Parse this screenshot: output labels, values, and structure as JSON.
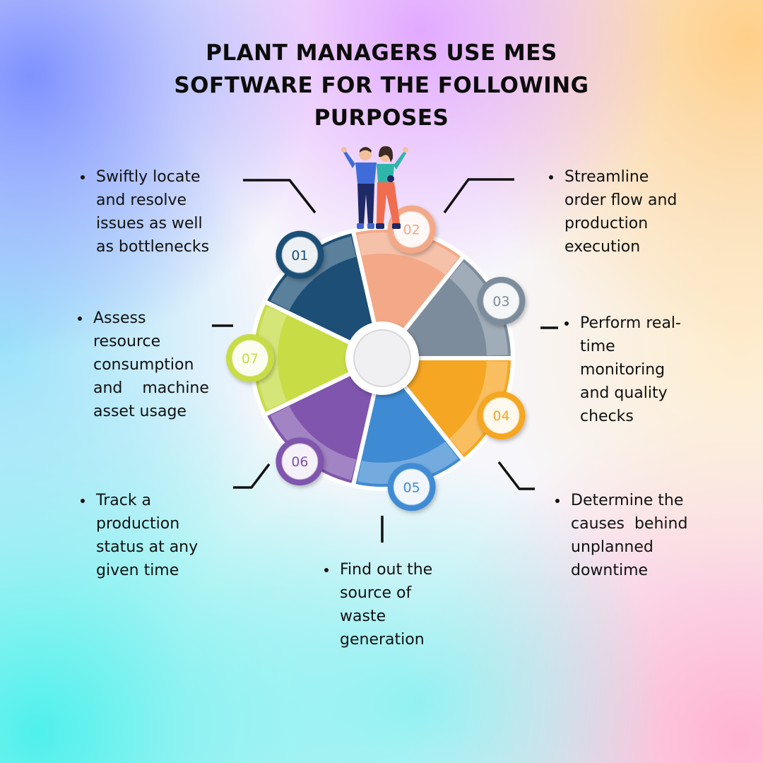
{
  "title_lines": [
    "PLANT MANAGERS USE MES",
    "SOFTWARE FOR THE FOLLOWING",
    "PURPOSES"
  ],
  "segments": [
    {
      "number": "01",
      "color": "#1d4f76",
      "text_lines": [
        "Assess",
        "resource",
        "consumption",
        "and    machine",
        "asset usage"
      ]
    },
    {
      "number": "02",
      "color": "#f3a988",
      "text_lines": [
        "Swiftly locate",
        "and resolve",
        "issues as well",
        "as bottlenecks"
      ]
    },
    {
      "number": "03",
      "color": "#7c8c9c",
      "text_lines": [
        "Streamline",
        "order flow and",
        "production",
        "execution"
      ]
    },
    {
      "number": "04",
      "color": "#f5a623",
      "text_lines": [
        "Perform real-",
        "time",
        "monitoring",
        "and quality",
        "checks"
      ]
    },
    {
      "number": "05",
      "color": "#3f8bd3",
      "text_lines": [
        "Determine the",
        "causes  behind",
        "unplanned",
        "downtime"
      ]
    },
    {
      "number": "06",
      "color": "#7f55ad",
      "text_lines": [
        "Find out the",
        "source of",
        "waste",
        "generation"
      ]
    },
    {
      "number": "07",
      "color": "#c7dc45",
      "text_lines": [
        "Track a",
        "production",
        "status at any",
        "given time"
      ]
    }
  ],
  "icons": {
    "people": "two-people-waving-icon"
  }
}
